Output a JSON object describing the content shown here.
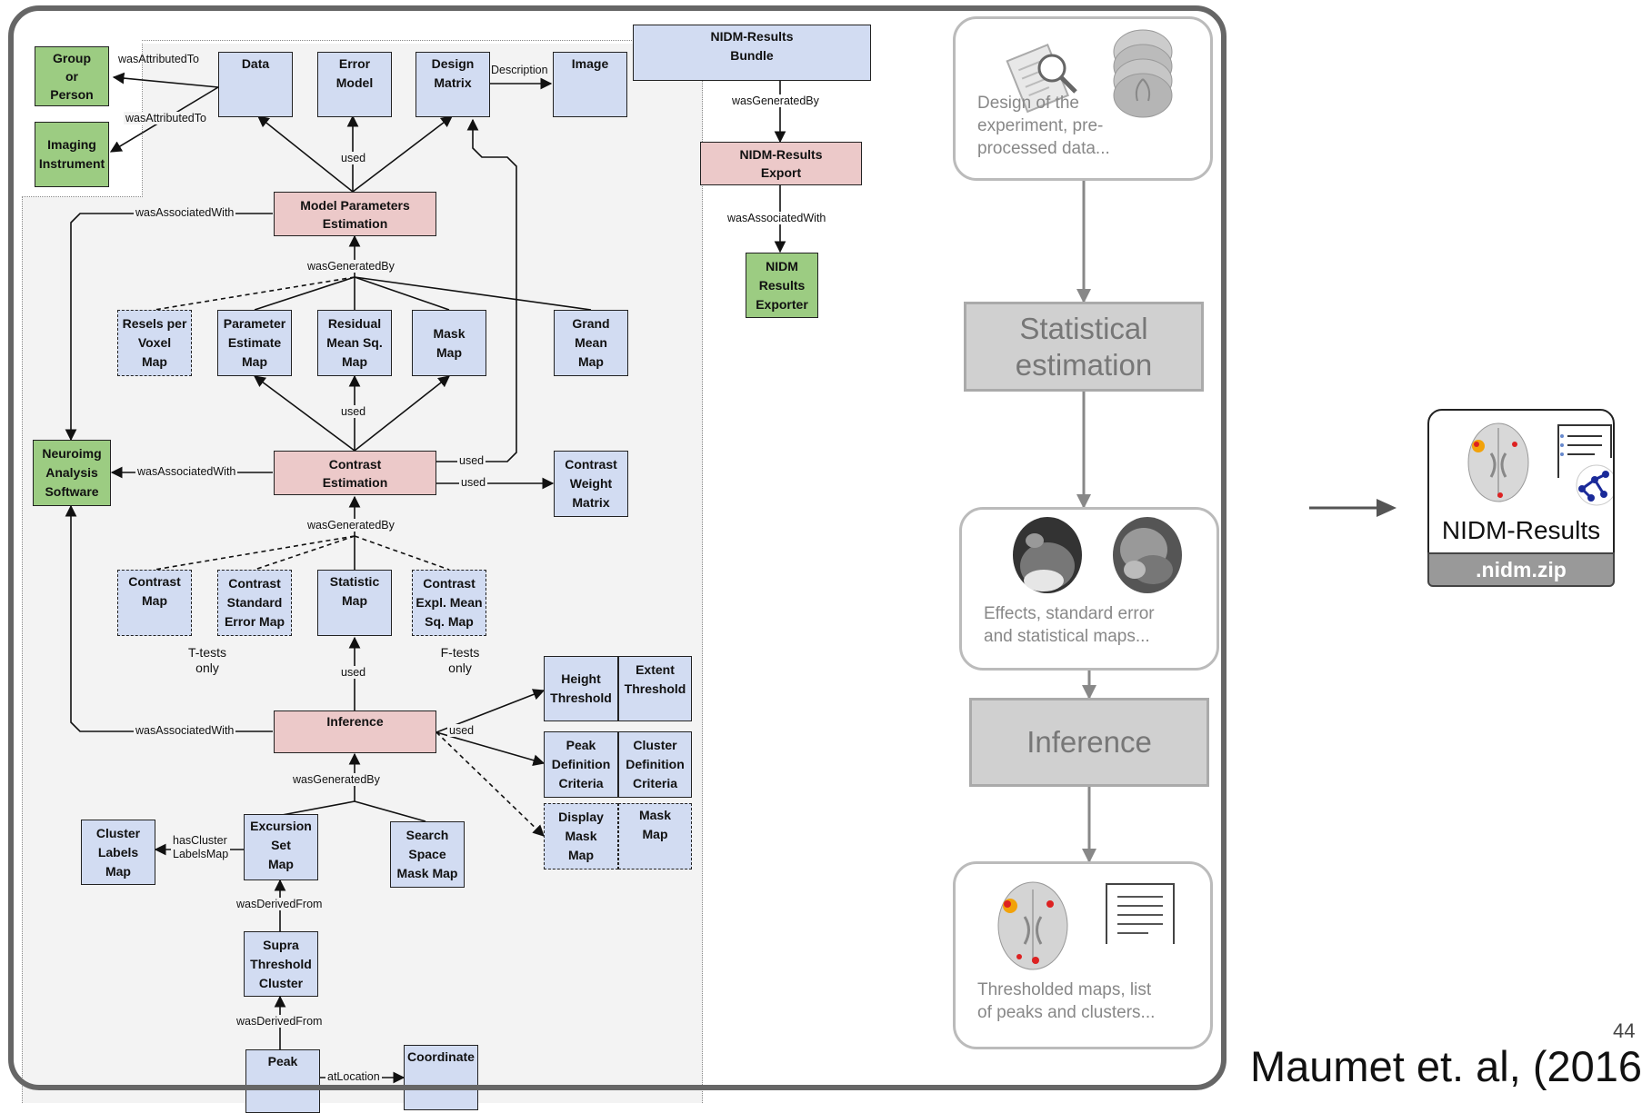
{
  "colors": {
    "entity": "#d2dcf2",
    "agent": "#9ccc82",
    "activity": "#ecc9c9",
    "frame": "#666666"
  },
  "entities": {
    "group_person": "Group\nor\nPerson",
    "imaging_instrument": "Imaging\nInstrument",
    "data": "Data",
    "error_model": "Error\nModel",
    "design_matrix": "Design\nMatrix",
    "image": "Image",
    "bundle": "NIDM-Results\nBundle",
    "export": "NIDM-Results\nExport",
    "exporter": "NIDM\nResults\nExporter",
    "model_params": "Model Parameters\nEstimation",
    "resels": "Resels per\nVoxel\nMap",
    "param_estimate": "Parameter\nEstimate\nMap",
    "residual": "Residual\nMean Sq.\nMap",
    "mask_map": "Mask\nMap",
    "grand_mean": "Grand\nMean\nMap",
    "software": "Neuroimg\nAnalysis\nSoftware",
    "contrast_est": "Contrast\nEstimation",
    "contrast_weight": "Contrast\nWeight\nMatrix",
    "contrast_map": "Contrast\nMap",
    "contrast_se": "Contrast\nStandard\nError Map",
    "statistic_map": "Statistic\nMap",
    "contrast_expl": "Contrast\nExpl. Mean\nSq. Map",
    "inference": "Inference",
    "height_threshold": "Height\nThreshold",
    "extent_threshold": "Extent\nThreshold",
    "peak_def": "Peak\nDefinition\nCriteria",
    "cluster_def": "Cluster\nDefinition\nCriteria",
    "display_mask": "Display\nMask\nMap",
    "mask_map2": "Mask\nMap",
    "cluster_labels": "Cluster\nLabels\nMap",
    "excursion": "Excursion\nSet\nMap",
    "search_space": "Search\nSpace\nMask Map",
    "supra": "Supra\nThreshold\nCluster",
    "peak": "Peak",
    "coordinate": "Coordinate"
  },
  "relations": {
    "was_attributed_to_1": "wasAttributedTo",
    "was_attributed_to_2": "wasAttributedTo",
    "description": "Description",
    "was_generated_by_bundle": "wasGeneratedBy",
    "was_associated_with_export": "wasAssociatedWith",
    "used_model": "used",
    "was_associated_with_model": "wasAssociatedWith",
    "was_generated_by_model": "wasGeneratedBy",
    "used_contrast": "used",
    "was_associated_with_contrast": "wasAssociatedWith",
    "used_design": "used",
    "used_weight": "used",
    "was_generated_by_contrast": "wasGeneratedBy",
    "used_inference": "used",
    "was_associated_with_inference": "wasAssociatedWith",
    "used_thresholds": "used",
    "was_generated_by_inference": "wasGeneratedBy",
    "has_cluster_labels": "hasCluster\nLabelsMap",
    "was_derived_from_1": "wasDerivedFrom",
    "was_derived_from_2": "wasDerivedFrom",
    "at_location": "atLocation"
  },
  "notes": {
    "t_tests": "T-tests\nonly",
    "f_tests": "F-tests\nonly"
  },
  "pipeline": {
    "design_text": "Design of the\nexperiment, pre-\nprocessed data...",
    "statistical_estimation": "Statistical\nestimation",
    "effects_text": "Effects, standard error\nand statistical maps...",
    "inference": "Inference",
    "thresholded_text": "Thresholded maps, list\nof peaks and clusters..."
  },
  "output": {
    "title": "NIDM-Results",
    "extension": ".nidm.zip"
  },
  "citation": "Maumet et. al, (2016",
  "page_number": "44"
}
